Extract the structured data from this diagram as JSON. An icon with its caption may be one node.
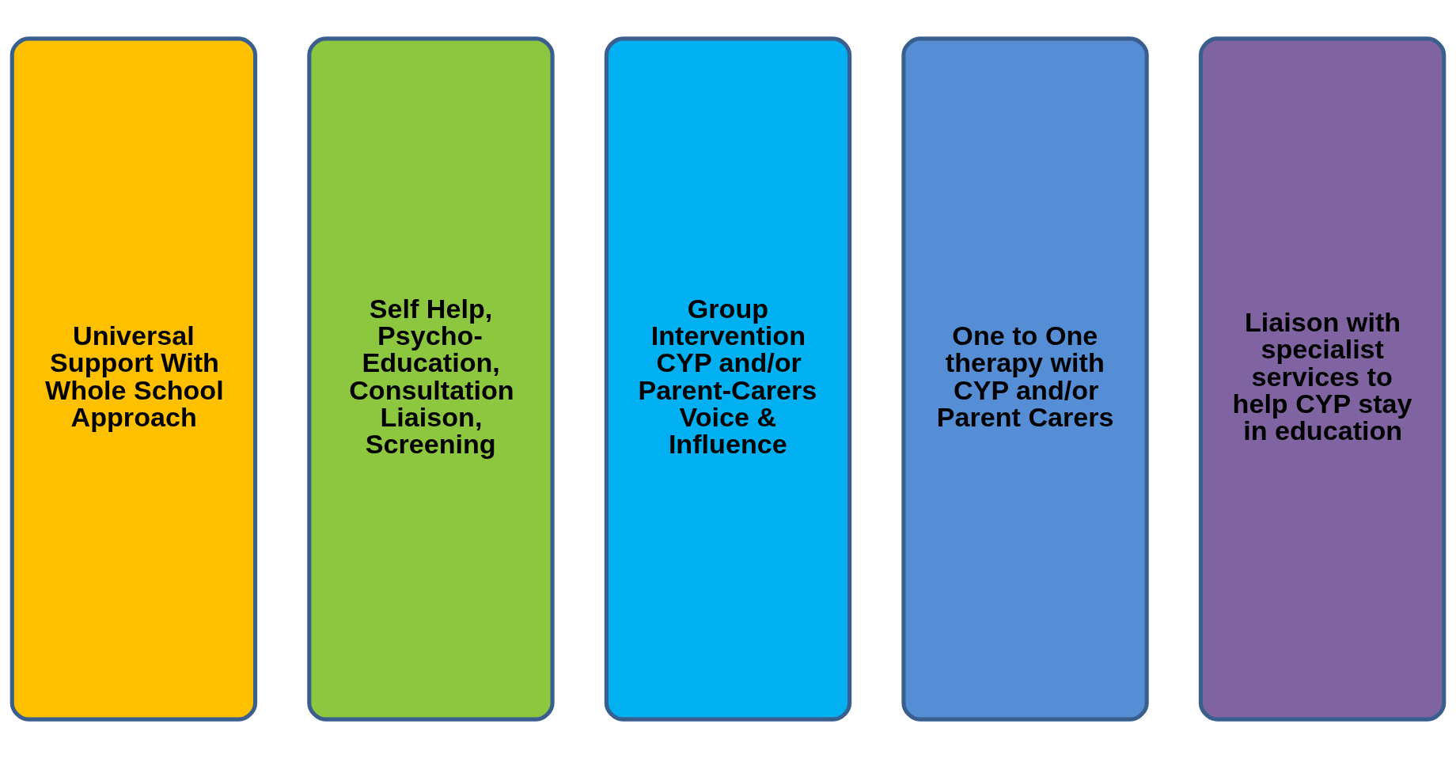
{
  "diagram": {
    "nodes": [
      {
        "text": [
          "Universal Support With Whole School Approach"
        ]
      },
      {
        "text": [
          "Self Help, Psycho-Education, Consultation Liaison, Screening"
        ]
      },
      {
        "text": [
          "Group Intervention CYP and/or Parent-Carers Voice & Influence"
        ]
      },
      {
        "text": [
          "One to One therapy with CYP and/or Parent Carers"
        ]
      },
      {
        "text": [
          "Liaison with specialist services to help CYP stay in education"
        ]
      }
    ]
  }
}
